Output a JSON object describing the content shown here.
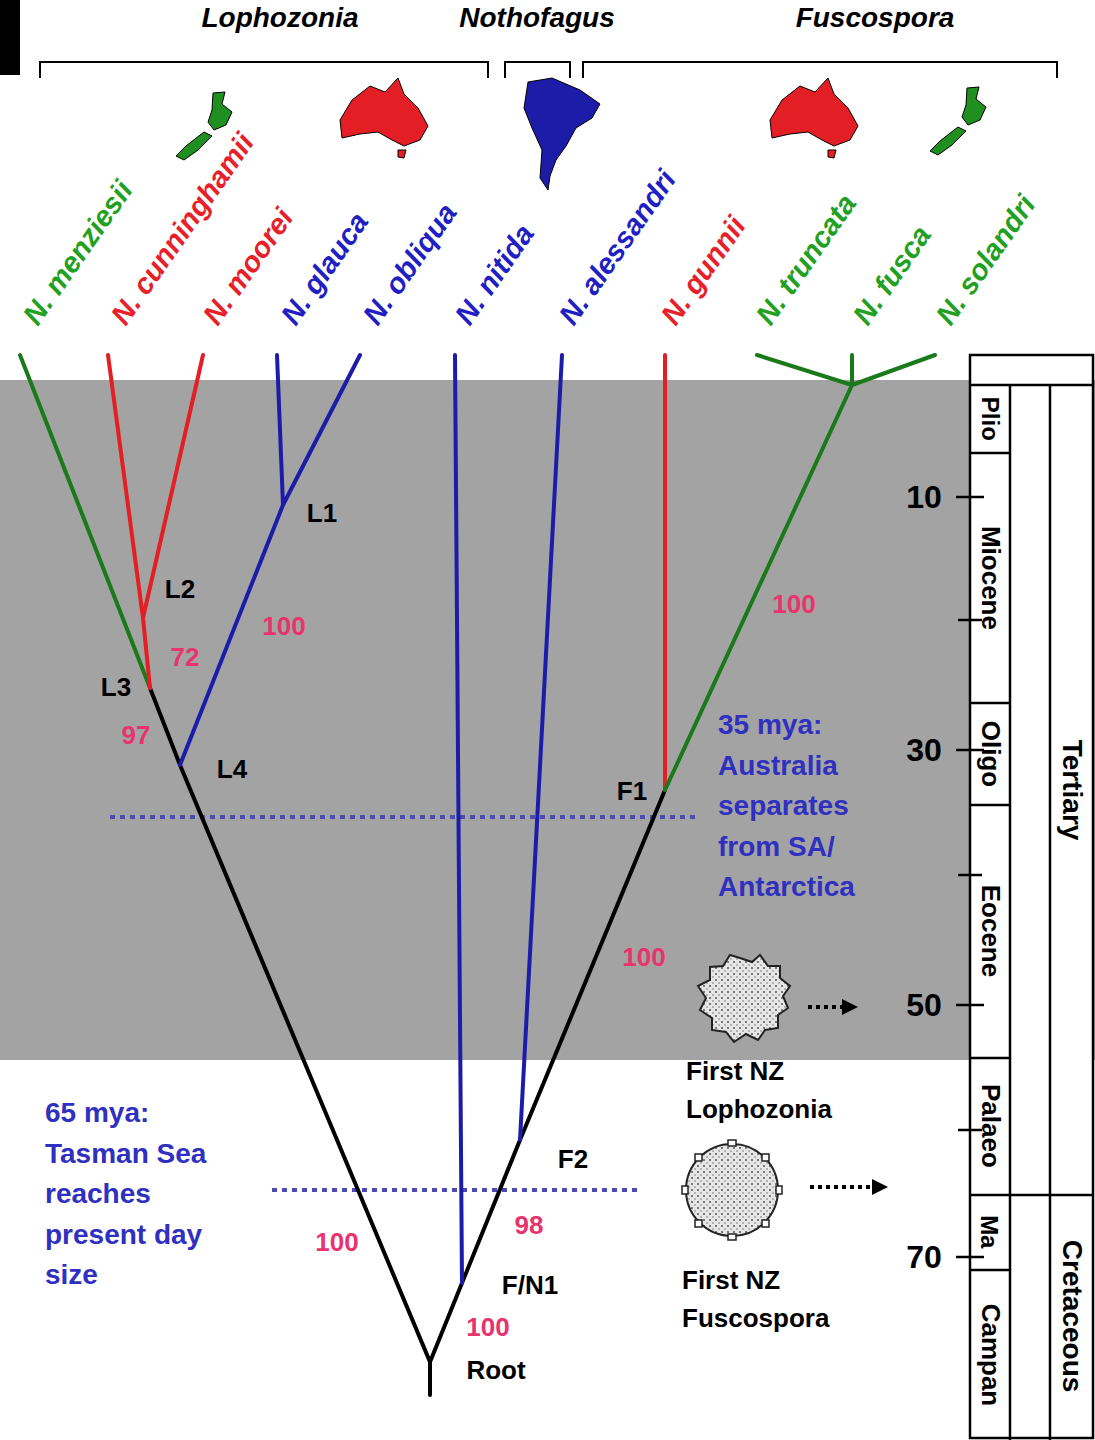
{
  "diagram": {
    "labels": [
      "Lophozonia",
      "Nothofagus",
      "Fuscospora",
      "N. menziesii",
      "N. cunninghamii",
      "N. moorei",
      "N. glauca",
      "N. obliqua",
      "N. nitida",
      "N. alessandri",
      "N. gunnii",
      "N. truncata",
      "N. fusca",
      "N. solandri",
      "L1",
      "L2",
      "72",
      "100",
      "L3",
      "97",
      "L4",
      "100",
      "35 mya: Australia separates from SA/ Antarctica",
      "F1",
      "100",
      "First NZ Lophozonia",
      "65 mya: Tasman Sea reaches present day size",
      "F2",
      "100",
      "98",
      "F/N1",
      "100",
      "Root",
      "First NZ Fuscospora",
      "10",
      "30",
      "50",
      "70",
      "Plio",
      "Miocene",
      "Oligo",
      "Eocene",
      "Palaeo",
      "Ma",
      "Campan",
      "Tertiary",
      "Cretaceous"
    ]
  }
}
